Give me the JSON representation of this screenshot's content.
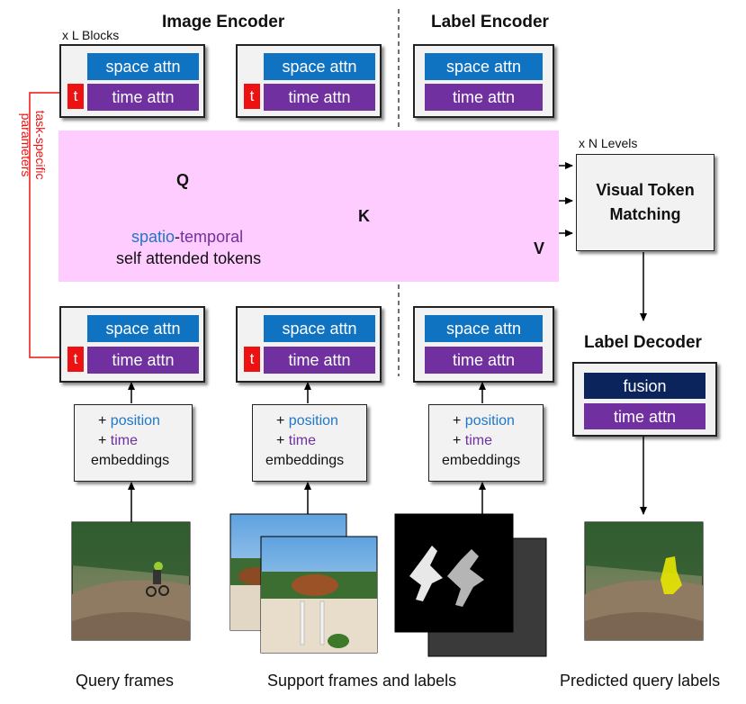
{
  "headers": {
    "image_encoder": "Image Encoder",
    "label_encoder": "Label Encoder",
    "label_decoder": "Label Decoder"
  },
  "notes": {
    "l_blocks": "x L Blocks",
    "n_levels": "x N Levels",
    "task_specific": "task-specific",
    "parameters": "parameters"
  },
  "blocks": {
    "space_attn": "space attn",
    "time_attn": "time attn",
    "t_badge": "t"
  },
  "tokens": {
    "q": "Q",
    "k": "K",
    "v": "V",
    "spatio": "spatio",
    "dash": "-",
    "temporal": "temporal",
    "self_attended": "self attended tokens"
  },
  "vtm": {
    "line1": "Visual Token",
    "line2": "Matching"
  },
  "decoder": {
    "fusion": "fusion",
    "time_attn": "time attn"
  },
  "embeddings": {
    "plus": "+",
    "position": "position",
    "time": "time",
    "embeddings": "embeddings"
  },
  "captions": {
    "query": "Query frames",
    "support": "Support frames and labels",
    "predicted": "Predicted query labels"
  },
  "colors": {
    "space_attn": "#0f73c2",
    "time_attn": "#7030a0",
    "fusion": "#0b245c",
    "task_specific": "#ee1111",
    "token_band": "#ffccff"
  }
}
